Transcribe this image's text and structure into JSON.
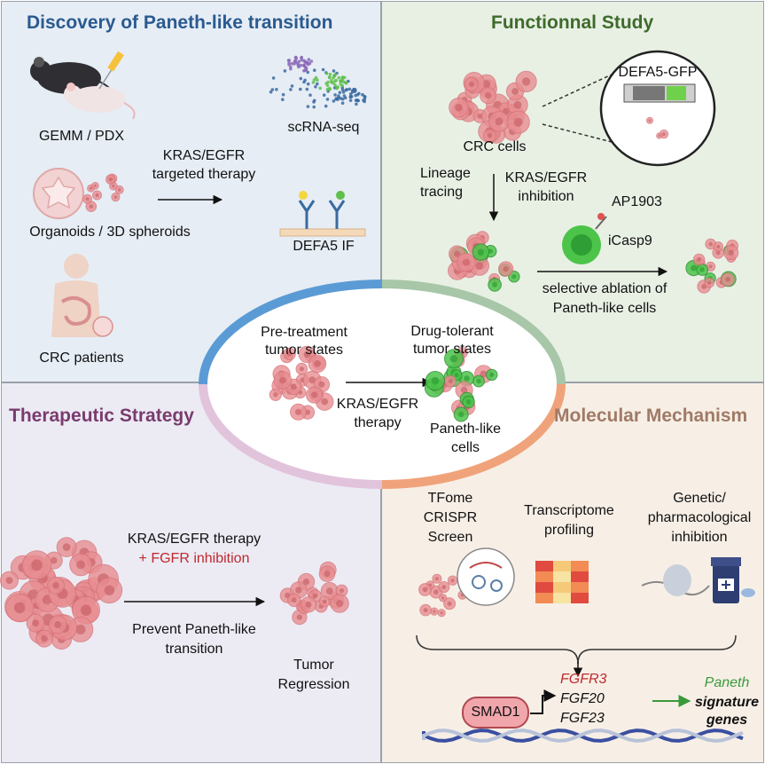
{
  "colors": {
    "discovery_title": "#2a5a8f",
    "functional_title": "#3e6b2b",
    "therapeutic_title": "#7a3b6e",
    "molecular_title": "#a07a66",
    "cell_pink": "#e88e92",
    "cell_green": "#4cc44a",
    "red_text": "#c0282d",
    "green_text": "#3a9a3a"
  },
  "discovery": {
    "title": "Discovery of Paneth-like transition",
    "gemm": "GEMM / PDX",
    "organoids": "Organoids / 3D spheroids",
    "patients": "CRC patients",
    "therapy_line1": "KRAS/EGFR",
    "therapy_line2": "targeted therapy",
    "scrna": "scRNA-seq",
    "if": "DEFA5 IF"
  },
  "functional": {
    "title": "Functionnal Study",
    "reporter": "DEFA5-GFP",
    "crc_cells": "CRC cells",
    "lineage_line1": "Lineage",
    "lineage_line2": "tracing",
    "inhibition_line1": "KRAS/EGFR",
    "inhibition_line2": "inhibition",
    "ap": "AP1903",
    "icasp": "iCasp9",
    "ablation_line1": "selective ablation of",
    "ablation_line2": "Paneth-like cells"
  },
  "center": {
    "pre_line1": "Pre-treatment",
    "pre_line2": "tumor states",
    "drug_line1": "Drug-tolerant",
    "drug_line2": "tumor states",
    "therapy_line1": "KRAS/EGFR",
    "therapy_line2": "therapy",
    "paneth_line1": "Paneth-like",
    "paneth_line2": "cells"
  },
  "therapeutic": {
    "title": "Therapeutic Strategy",
    "therapy": "KRAS/EGFR therapy",
    "fgfr": "+ FGFR inhibition",
    "prevent_line1": "Prevent Paneth-like",
    "prevent_line2": "transition",
    "tumor_line1": "Tumor",
    "tumor_line2": "Regression"
  },
  "molecular": {
    "title": "Molecular Mechanism",
    "tfome_line1": "TFome",
    "tfome_line2": "CRISPR",
    "tfome_line3": "Screen",
    "transcriptome_line1": "Transcriptome",
    "transcriptome_line2": "profiling",
    "genetic_line1": "Genetic/",
    "genetic_line2": "pharmacological",
    "genetic_line3": "inhibition",
    "smad": "SMAD1",
    "fgfr3": "FGFR3",
    "fgf20": "FGF20",
    "fgf23": "FGF23",
    "paneth": "Paneth",
    "signature_line1": "signature",
    "signature_line2": "genes"
  }
}
